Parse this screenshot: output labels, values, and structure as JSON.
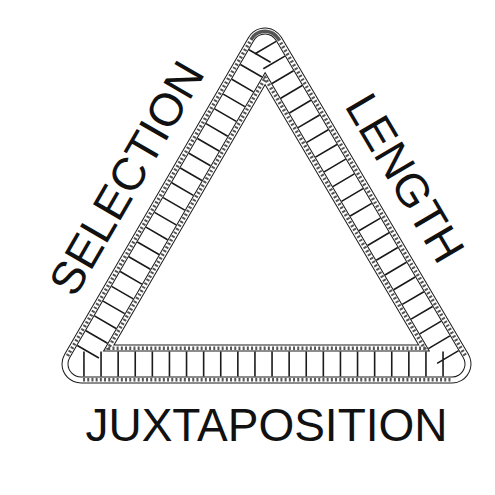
{
  "diagram": {
    "labels": [
      "SELECTION",
      "LENGTH",
      "JUXTAPOSITION"
    ]
  }
}
